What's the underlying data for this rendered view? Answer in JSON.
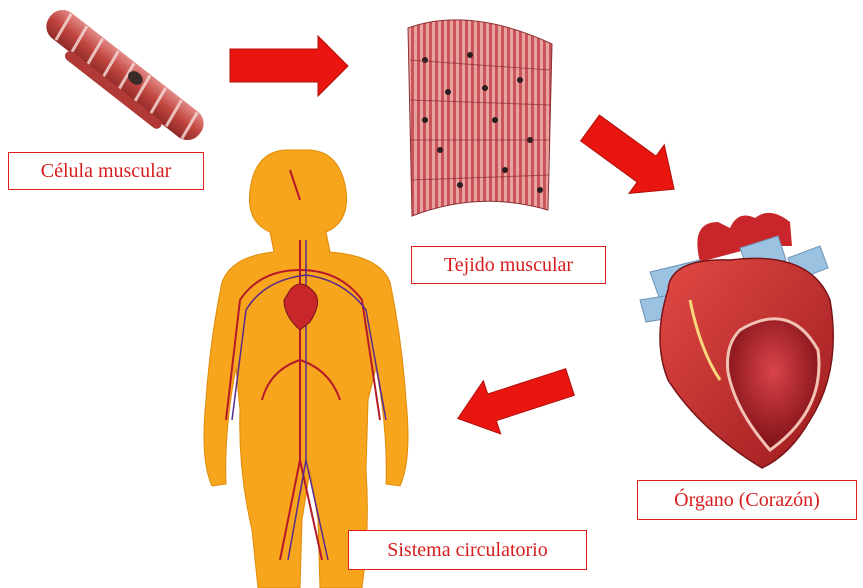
{
  "labels": {
    "cell": "Célula muscular",
    "tissue": "Tejido muscular",
    "organ": "Órgano (Corazón)",
    "system": "Sistema circulatorio"
  },
  "colors": {
    "arrow": "#e8160f",
    "label_text": "#d81c1c",
    "label_border": "#e01e1e",
    "body": "#f7a51c",
    "vessels": "#b5192a",
    "heart": "#c8262b",
    "tissue": "#c9555a"
  },
  "icons": [
    "muscle-cell-illustration",
    "muscle-tissue-illustration",
    "heart-organ-illustration",
    "human-body-illustration",
    "arrow-right-icon",
    "arrow-down-right-icon",
    "arrow-left-icon"
  ]
}
